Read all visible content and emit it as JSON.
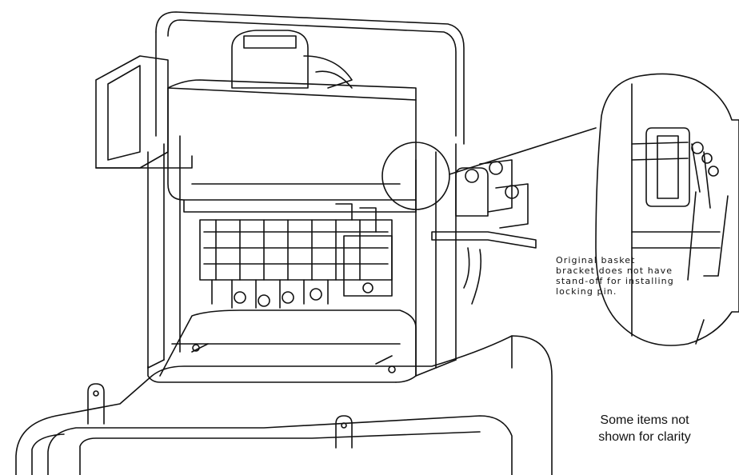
{
  "callout": {
    "lines": [
      "Original basket",
      "bracket does not have",
      "stand-off for installing",
      "locking pin."
    ]
  },
  "note": {
    "lines": [
      "Some items not",
      "shown for clarity"
    ]
  },
  "colors": {
    "ink": "#111111",
    "background": "#ffffff"
  }
}
